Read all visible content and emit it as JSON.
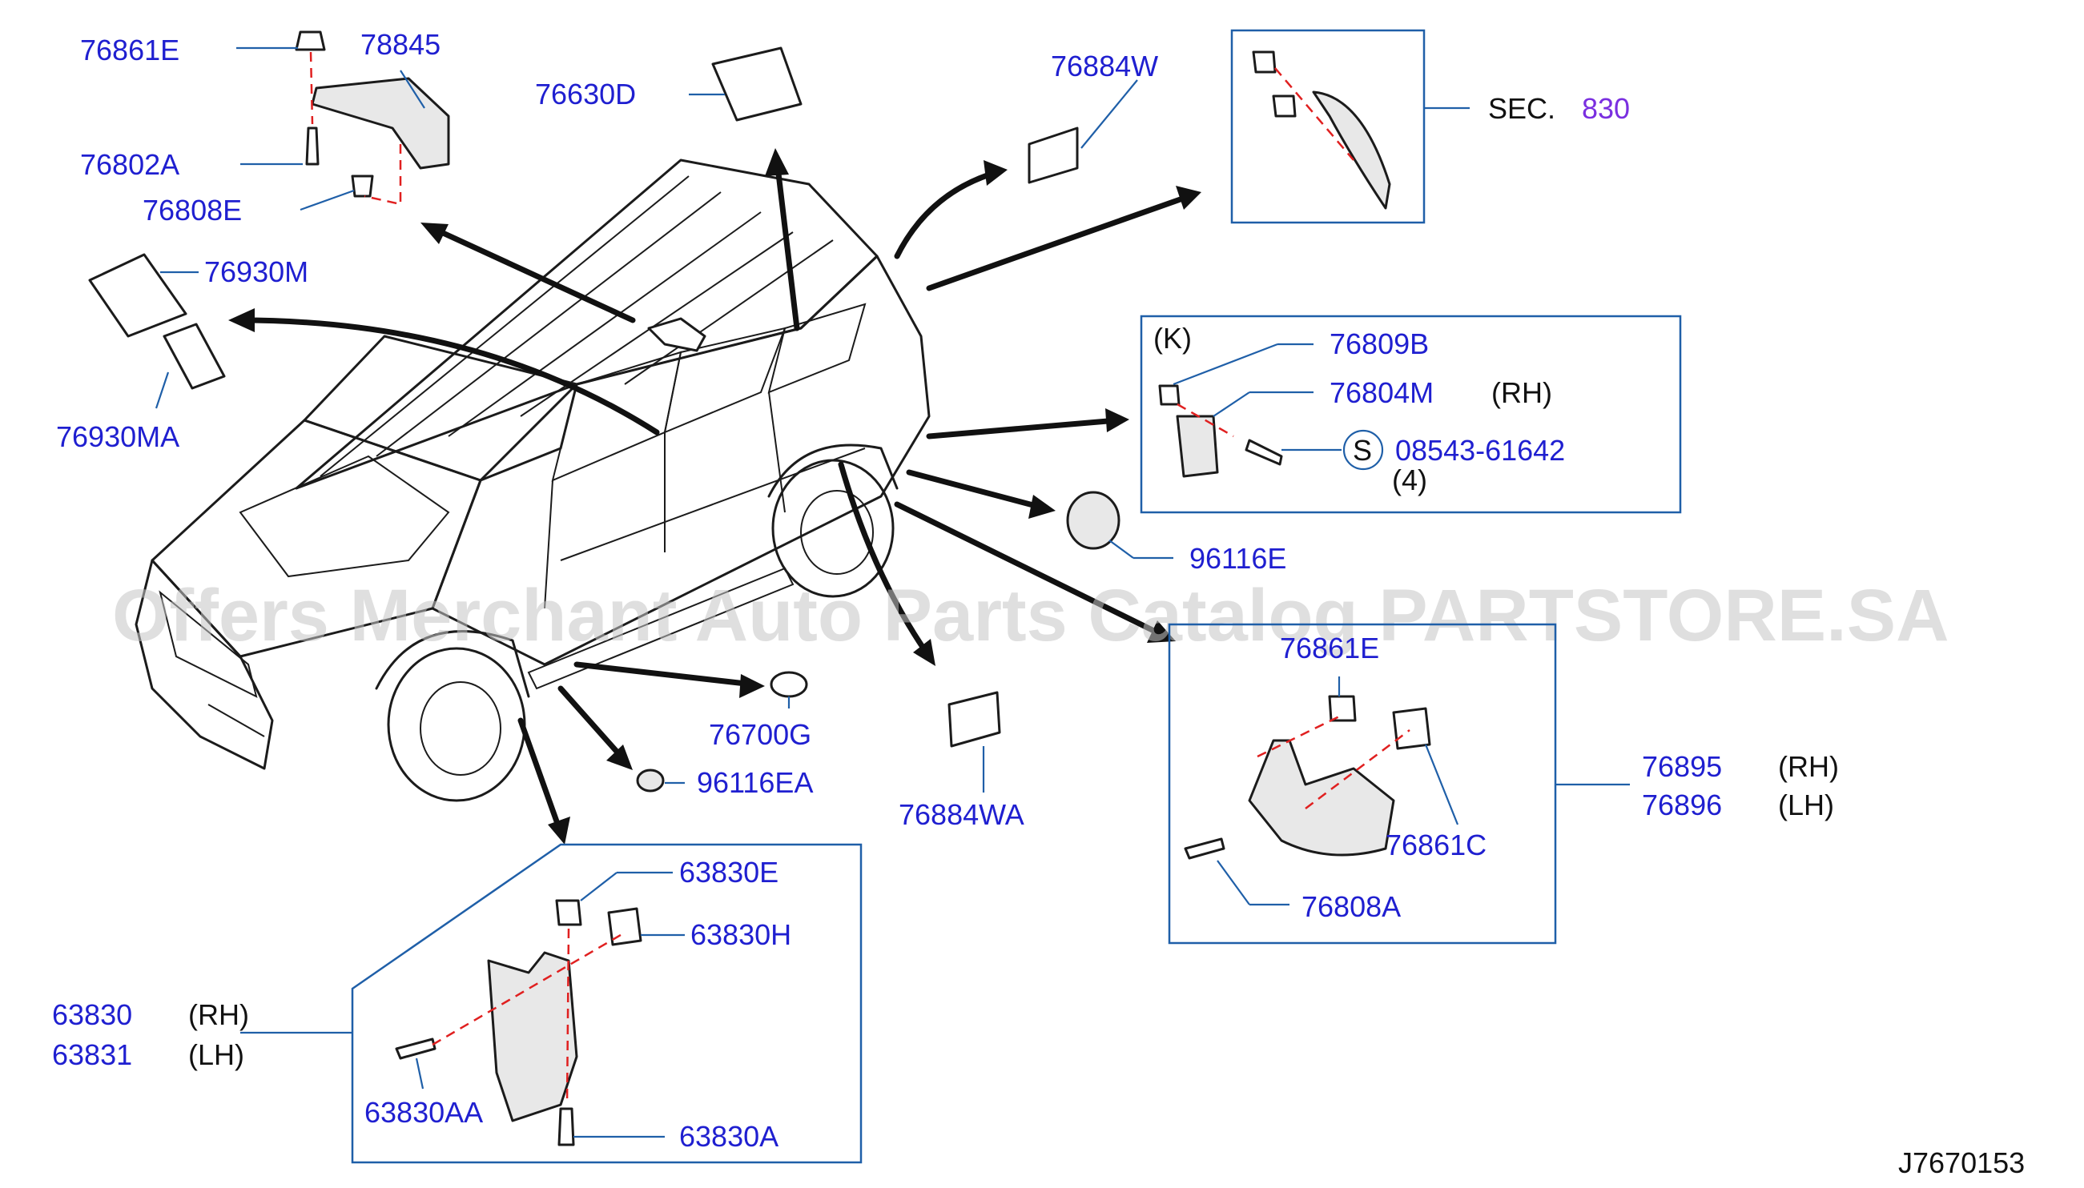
{
  "diagram_code": "J7670153",
  "watermark": "Offers Merchant Auto Parts Catalog PARTSTORE.SA",
  "section_ref": {
    "prefix": "SEC.",
    "number": "830"
  },
  "detail_k": {
    "marker": "(K)",
    "screw_symbol": "S",
    "screw_qty": "(4)"
  },
  "side_labels": {
    "rh": "(RH)",
    "lh": "(LH)"
  },
  "parts": {
    "p76861E_top": "76861E",
    "p78845": "78845",
    "p76802A": "76802A",
    "p76808E": "76808E",
    "p76630D": "76630D",
    "p76930M": "76930M",
    "p76930MA": "76930MA",
    "p76884W": "76884W",
    "p76809B": "76809B",
    "p76804M": "76804M",
    "p08543_61642": "08543-61642",
    "p96116E": "96116E",
    "p76861E_rear": "76861E",
    "p76895": "76895",
    "p76896": "76896",
    "p76861C": "76861C",
    "p76808A": "76808A",
    "p76700G": "76700G",
    "p96116EA": "96116EA",
    "p76884WA": "76884WA",
    "p63830E": "63830E",
    "p63830H": "63830H",
    "p63830": "63830",
    "p63831": "63831",
    "p63830AA": "63830AA",
    "p63830A": "63830A"
  }
}
